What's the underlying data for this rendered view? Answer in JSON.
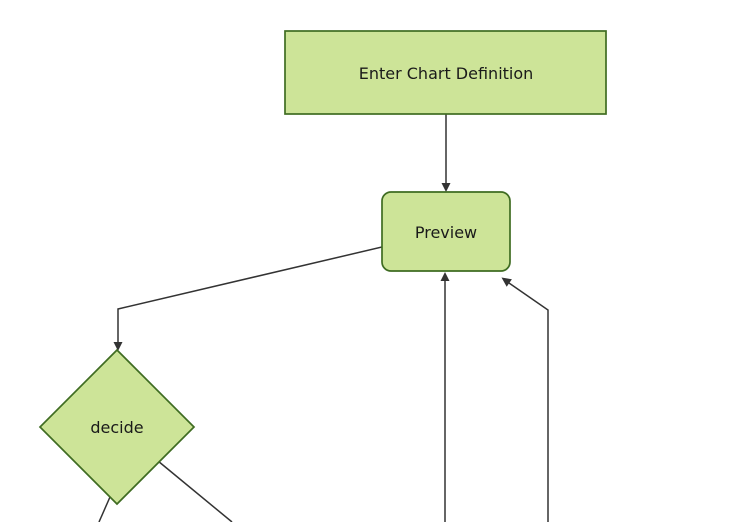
{
  "diagram": {
    "type": "flowchart",
    "nodes": {
      "enter": {
        "label": "Enter Chart Definition",
        "shape": "rectangle"
      },
      "preview": {
        "label": "Preview",
        "shape": "rounded-rectangle"
      },
      "decide": {
        "label": "decide",
        "shape": "diamond"
      }
    },
    "edges": [
      {
        "from": "enter",
        "to": "preview",
        "arrow": true
      },
      {
        "from": "preview",
        "to": "decide",
        "arrow": true
      },
      {
        "from": "offscreen-bottom",
        "to": "preview",
        "arrow": true
      },
      {
        "from": "offscreen-bottom-right",
        "to": "preview",
        "arrow": true
      },
      {
        "from": "decide",
        "to": "offscreen-bottom-left",
        "arrow": false
      },
      {
        "from": "decide",
        "to": "offscreen-bottom-right",
        "arrow": false
      }
    ]
  },
  "colors": {
    "node_fill": "#cde498",
    "node_border": "#3f6c22",
    "line_color": "#333333",
    "text_color": "#1a1a1a",
    "background": "#ffffff"
  }
}
